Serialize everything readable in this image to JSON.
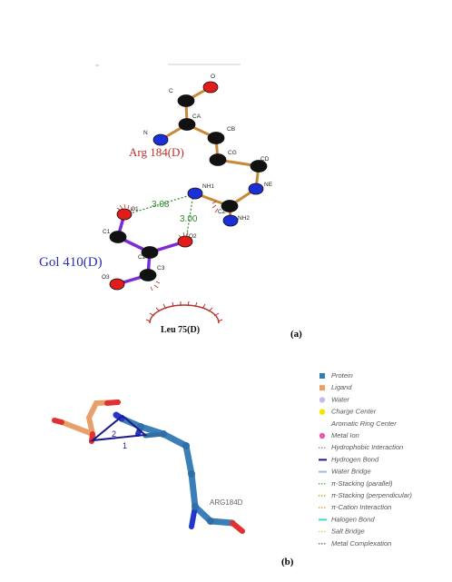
{
  "panel_a": {
    "tag": "(a)",
    "arg_label": "Arg 184(D)",
    "gol_label": "Gol 410(D)",
    "leu_label": "Leu 75(D)",
    "dist_1": "3.08",
    "dist_2": "3.00",
    "atoms": {
      "o_top": "O",
      "c": "C",
      "ca": "CA",
      "n": "N",
      "cb": "CB",
      "cg": "CG",
      "cd": "CD",
      "ne": "NE",
      "nh1": "NH1",
      "cz": "CZ",
      "nh2": "NH2",
      "o1": "O1",
      "c1": "C1",
      "c2": "C2",
      "o2": "O2",
      "c3": "C3",
      "o3": "O3"
    }
  },
  "panel_b": {
    "tag": "(b)",
    "residue_label": "ARG184D",
    "bond_num_1": "1",
    "bond_num_2": "2",
    "legend": [
      {
        "label": "Protein",
        "color": "#2e7fb5",
        "icon": "square"
      },
      {
        "label": "Ligand",
        "color": "#e8a06a",
        "icon": "square"
      },
      {
        "label": "Water",
        "color": "#c9b8e8",
        "icon": "circle"
      },
      {
        "label": "Charge Center",
        "color": "#f2e600",
        "icon": "circle"
      },
      {
        "label": "Aromatic Ring Center",
        "color": "#ffffff",
        "icon": "none"
      },
      {
        "label": "Metal Ion",
        "color": "#e85aa8",
        "icon": "circle"
      },
      {
        "label": "Hydrophobic Interaction",
        "color": "#888888",
        "icon": "dotted"
      },
      {
        "label": "Hydrogen Bond",
        "color": "#1a1a8c",
        "icon": "solid"
      },
      {
        "label": "Water Bridge",
        "color": "#a7b6e8",
        "icon": "solid"
      },
      {
        "label": "π-Stacking (parallel)",
        "color": "#47b847",
        "icon": "dotted"
      },
      {
        "label": "π-Stacking (perpendicular)",
        "color": "#8fbf3f",
        "icon": "dotted"
      },
      {
        "label": "π-Cation Interaction",
        "color": "#f29a3a",
        "icon": "dotted"
      },
      {
        "label": "Halogen Bond",
        "color": "#3fd9c2",
        "icon": "solid"
      },
      {
        "label": "Salt Bridge",
        "color": "#f2d13a",
        "icon": "dotted"
      },
      {
        "label": "Metal Complexation",
        "color": "#8a5aa8",
        "icon": "dotted"
      }
    ]
  }
}
